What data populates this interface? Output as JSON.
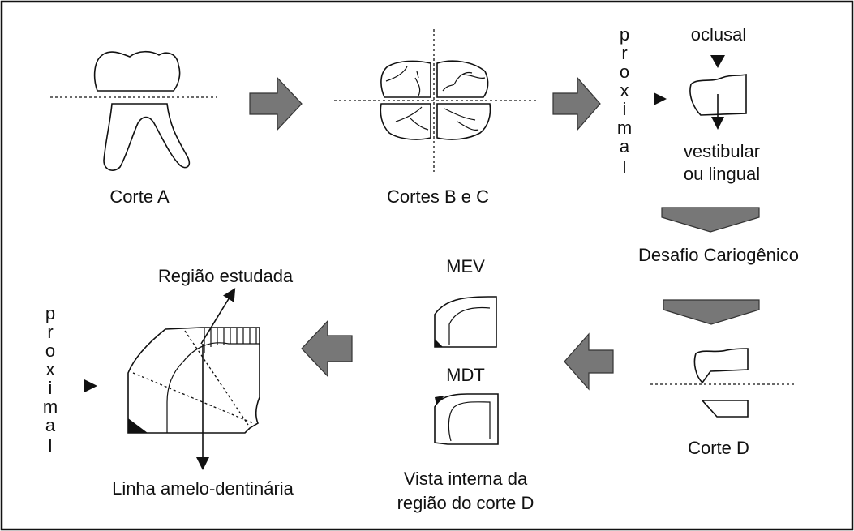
{
  "labels": {
    "corte_a": "Corte A",
    "cortes_bc": "Cortes B e C",
    "oclusal": "oclusal",
    "vestibular": "vestibular",
    "ou_lingual": "ou lingual",
    "desafio": "Desafio Cariogênico",
    "corte_d": "Corte D",
    "mev": "MEV",
    "mdt": "MDT",
    "vista_1": "Vista interna da",
    "vista_2": "região do corte D",
    "regiao": "Região estudada",
    "linha": "Linha amelo-dentinária",
    "proximal": [
      "p",
      "r",
      "o",
      "x",
      "i",
      "m",
      "a",
      "l"
    ]
  }
}
